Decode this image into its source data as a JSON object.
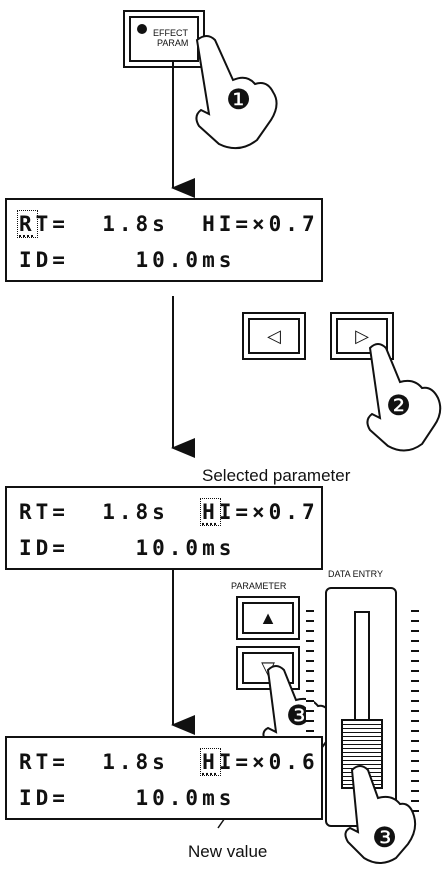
{
  "effect_button": {
    "label_line1": "EFFECT",
    "label_line2": "PARAM",
    "step": "❶"
  },
  "display_1": {
    "row1": "RT=  1.8s  HI=×0.7",
    "row2": "ID=    10.0ms",
    "cursor_on": "R"
  },
  "cursor_buttons": {
    "left_glyph": "◁",
    "right_glyph": "▷",
    "step": "❷"
  },
  "caption_selected": "Selected parameter",
  "display_2": {
    "row1": "RT=  1.8s  HI=×0.7",
    "row2": "ID=    10.0ms",
    "cursor_on": "H"
  },
  "parameter": {
    "title": "PARAMETER",
    "up_glyph": "▲",
    "down_glyph": "▽",
    "step": "❸"
  },
  "data_entry": {
    "title": "DATA ENTRY",
    "step": "❸"
  },
  "display_3": {
    "row1": "RT=  1.8s  HI=×0.6",
    "row2": "ID=    10.0ms",
    "cursor_on": "H"
  },
  "caption_new": "New value"
}
